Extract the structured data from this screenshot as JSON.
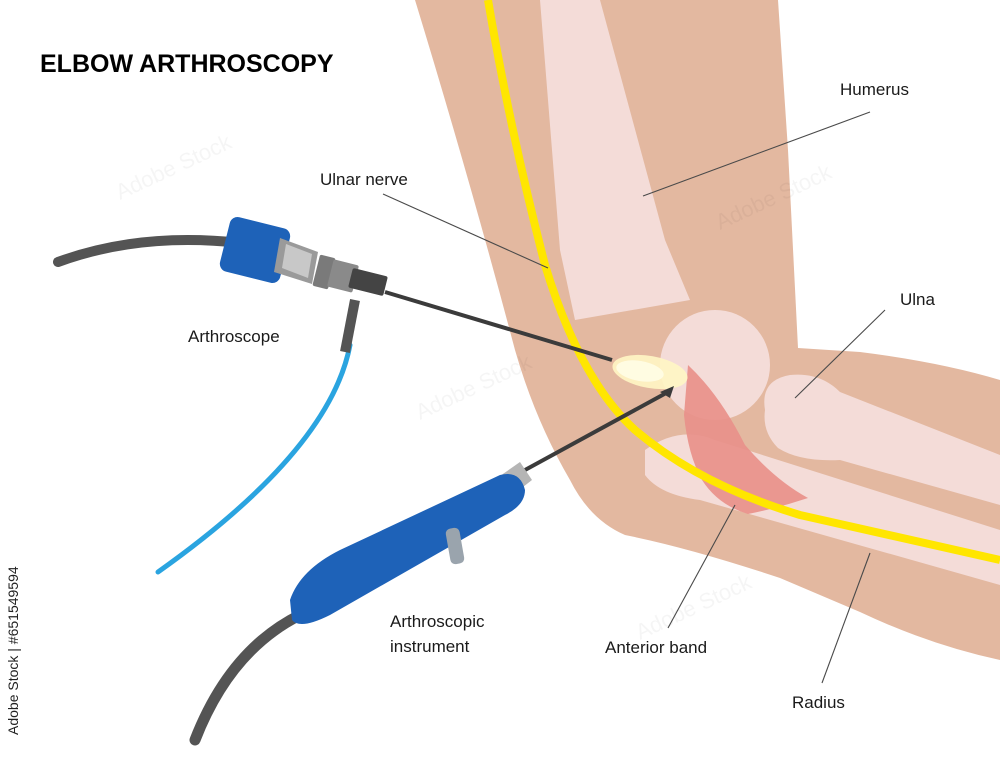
{
  "title": "ELBOW ARTHROSCOPY",
  "labels": {
    "humerus": "Humerus",
    "ulnar_nerve": "Ulnar nerve",
    "ulna": "Ulna",
    "arthroscope": "Arthroscope",
    "instrument_line1": "Arthroscopic",
    "instrument_line2": "instrument",
    "anterior_band": "Anterior band",
    "radius": "Radius"
  },
  "side_credit": "Adobe Stock | #651549594",
  "watermark": "Adobe Stock",
  "colors": {
    "skin": "#e3b8a0",
    "bone": "#f4dcd8",
    "nerve": "#ffe600",
    "ligament": "#e8908a",
    "scope_blue": "#1e62b8",
    "fiber_cable": "#2aa4e0",
    "cable_dark": "#545454"
  }
}
